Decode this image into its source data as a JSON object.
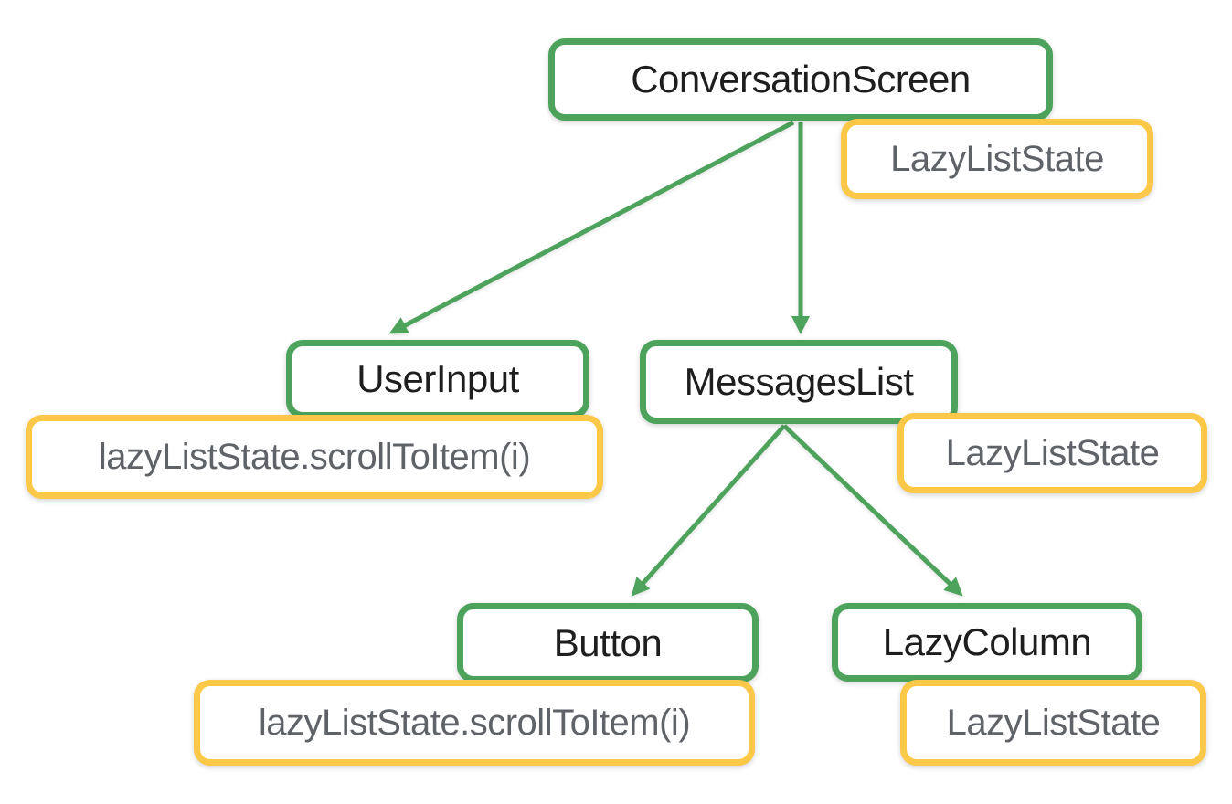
{
  "colors": {
    "node_green": "#4DA35C",
    "state_yellow": "#FBC847",
    "node_text": "#1E1E1E",
    "state_text": "#5F6368",
    "background": "#FFFFFF"
  },
  "nodes": {
    "conversation_screen": {
      "label": "ConversationScreen",
      "kind": "composable"
    },
    "conversation_screen_state": {
      "label": "LazyListState",
      "kind": "state"
    },
    "user_input": {
      "label": "UserInput",
      "kind": "composable"
    },
    "user_input_call": {
      "label": "lazyListState.scrollToItem(i)",
      "kind": "state"
    },
    "messages_list": {
      "label": "MessagesList",
      "kind": "composable"
    },
    "messages_list_state": {
      "label": "LazyListState",
      "kind": "state"
    },
    "button": {
      "label": "Button",
      "kind": "composable"
    },
    "button_call": {
      "label": "lazyListState.scrollToItem(i)",
      "kind": "state"
    },
    "lazy_column": {
      "label": "LazyColumn",
      "kind": "composable"
    },
    "lazy_column_state": {
      "label": "LazyListState",
      "kind": "state"
    }
  },
  "edges": [
    {
      "from": "ConversationScreen",
      "to": "UserInput"
    },
    {
      "from": "ConversationScreen",
      "to": "MessagesList"
    },
    {
      "from": "MessagesList",
      "to": "Button"
    },
    {
      "from": "MessagesList",
      "to": "LazyColumn"
    }
  ]
}
